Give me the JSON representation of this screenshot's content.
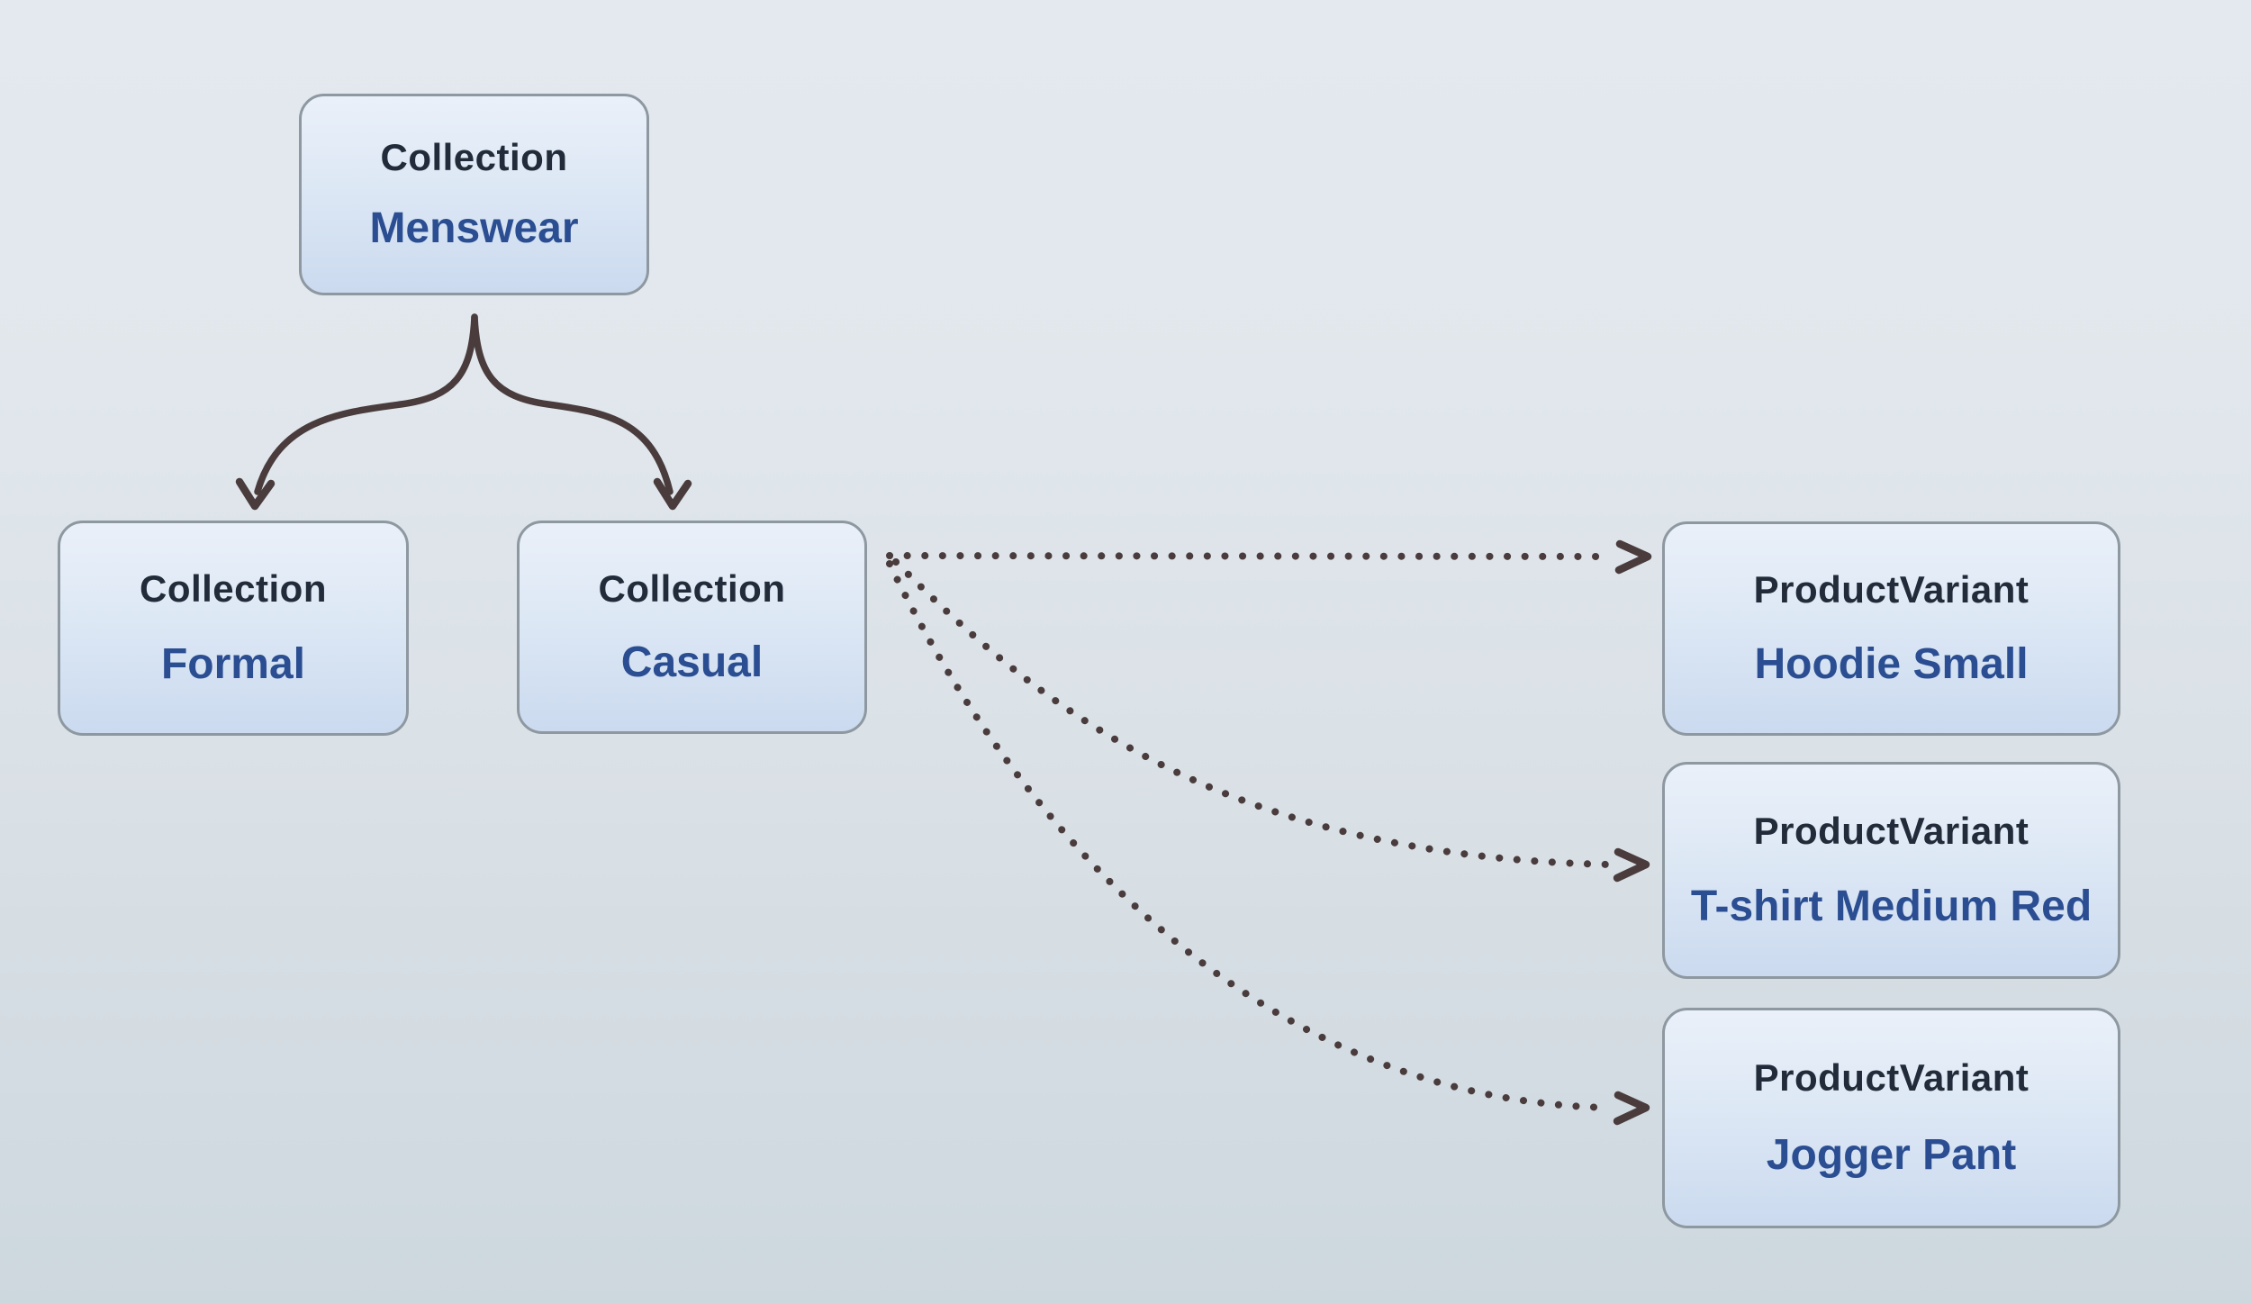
{
  "diagram": {
    "nodes": [
      {
        "id": "menswear",
        "type": "Collection",
        "name": "Menswear"
      },
      {
        "id": "formal",
        "type": "Collection",
        "name": "Formal"
      },
      {
        "id": "casual",
        "type": "Collection",
        "name": "Casual"
      },
      {
        "id": "hoodie",
        "type": "ProductVariant",
        "name": "Hoodie Small"
      },
      {
        "id": "tshirt",
        "type": "ProductVariant",
        "name": "T-shirt Medium Red"
      },
      {
        "id": "jogger",
        "type": "ProductVariant",
        "name": "Jogger Pant"
      }
    ],
    "edges": [
      {
        "from": "Menswear",
        "to": "Formal",
        "style": "solid-arrow"
      },
      {
        "from": "Menswear",
        "to": "Casual",
        "style": "solid-arrow"
      },
      {
        "from": "Casual",
        "to": "Hoodie Small",
        "style": "dotted-arrow"
      },
      {
        "from": "Casual",
        "to": "T-shirt Medium Red",
        "style": "dotted-arrow"
      },
      {
        "from": "Casual",
        "to": "Jogger Pant",
        "style": "dotted-arrow"
      }
    ],
    "colors": {
      "background_top": "#e4e9f0",
      "background_bottom": "#cdd8de",
      "node_fill_top": "#eaf0f9",
      "node_fill_bottom": "#cbdaef",
      "node_border": "#8e98a1",
      "type_text": "#212b39",
      "name_text": "#2b4e92",
      "arrow": "#4a3c3c"
    }
  }
}
